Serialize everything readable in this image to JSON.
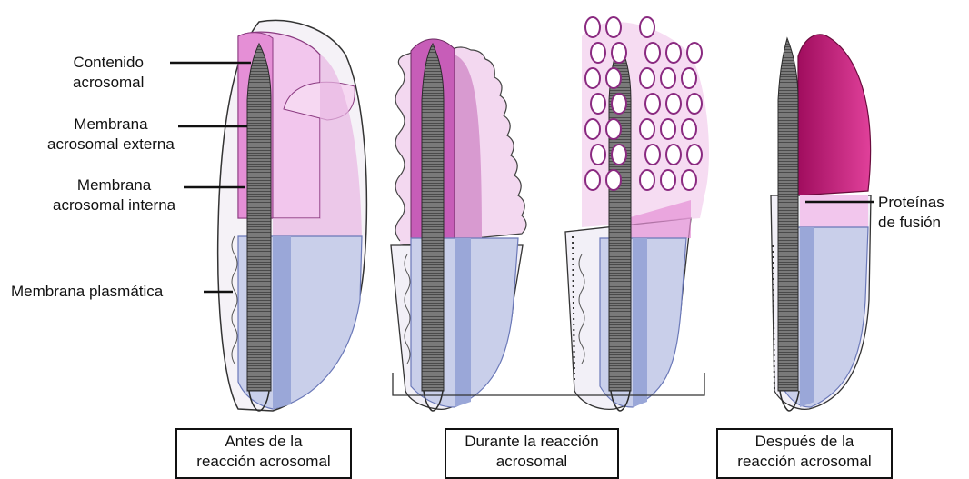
{
  "labels": {
    "contenido_acrosomal": [
      "Contenido",
      "acrosomal"
    ],
    "membrana_acrosomal_externa": [
      "Membrana",
      "acrosomal externa"
    ],
    "membrana_acrosomal_interna": [
      "Membrana",
      "acrosomal interna"
    ],
    "membrana_plasmatica": "Membrana plasmática",
    "proteinas_de_fusion": [
      "Proteínas",
      "de fusión"
    ]
  },
  "stages": [
    {
      "line1": "Antes de la",
      "line2": "reacción acrosomal"
    },
    {
      "line1": "Durante la reacción",
      "line2": "acrosomal"
    },
    {
      "line1": "Después de la",
      "line2": "reacción acrosomal"
    }
  ],
  "colors": {
    "acrosome_pink": "#e58fd6",
    "acrosome_light": "#f0c4ea",
    "acrosome_dark": "#c44fb4",
    "nucleus_blue": "#9aa7d8",
    "nucleus_light": "#c9cfea",
    "chromatin_gray": "#6b6b6b",
    "magenta": "#c2186f"
  }
}
